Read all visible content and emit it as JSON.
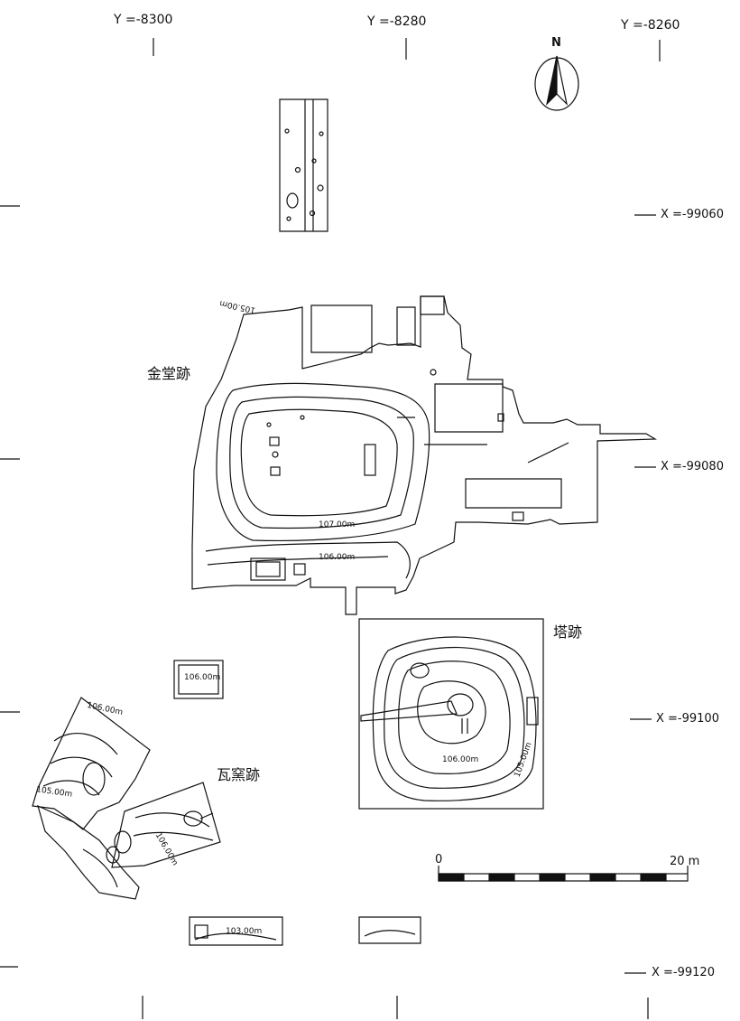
{
  "map": {
    "grid_y_labels": [
      "Y =-8300",
      "Y =-8280",
      "Y =-8260"
    ],
    "grid_x_labels": [
      "X =-99060",
      "X =-99080",
      "X =-99100",
      "X =-99120"
    ],
    "north_label": "N",
    "sites": {
      "kondo": "金堂跡",
      "pagoda": "塔跡",
      "kiln": "瓦窯跡"
    },
    "contour_labels": {
      "c105_top": "105.00m",
      "c107": "107.00m",
      "c106_main": "106.00m",
      "c106_small": "106.00m",
      "c106_kiln_a": "106.00m",
      "c105_kiln": "105.00m",
      "c106_kiln_b": "106.00m",
      "c106_pagoda": "106.00m",
      "c105_pagoda": "105.00m",
      "c103_bottom": "103.00m"
    },
    "scale_bar": {
      "start": "0",
      "end": "20 m"
    }
  }
}
